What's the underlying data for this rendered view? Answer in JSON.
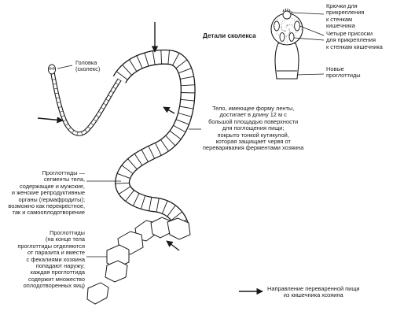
{
  "labels": {
    "head": "Головка\n(сколекс)",
    "scolex_title": "Детали сколекса",
    "hooks": "Крючки для\nприкрепления\nк стенкам\nкишечника",
    "suckers": "Четыре присоски\nдля прикрепления\nк стенкам кишечника",
    "new_proglottids": "Новые\nпроглоттиды",
    "body": "Тело, имеющее форму ленты,\nдостигает в длину 12 м с\nбольшой площадью поверхности\nдля поглощения пищи;\nпокрыто тонкой кутикулой,\nкоторая защищает червя от\nпереваривания ферментами хозяина",
    "proglottids_mid": "Проглоттиды —\nсегменты тела,\nсодержащие и мужские,\nи женские репродуктивные\nорганы (гермафродиты);\nвозможно как перекрестное,\nтак и самооплодотворение",
    "proglottids_end": "Проглоттиды\n(на конце тела\nпроглоттиды отделяются\nот паразита и вместе\nс фекалиями хозяина\nпопадают наружу;\nкаждая проглоттида\nсодержит множество\nоплодотворенных яиц)",
    "flow": "Направление переваренной пищи\nиз кишечника хозяина"
  },
  "colors": {
    "ink": "#1a1a1a",
    "fill": "#ffffff",
    "dot": "#cfcfcf"
  }
}
